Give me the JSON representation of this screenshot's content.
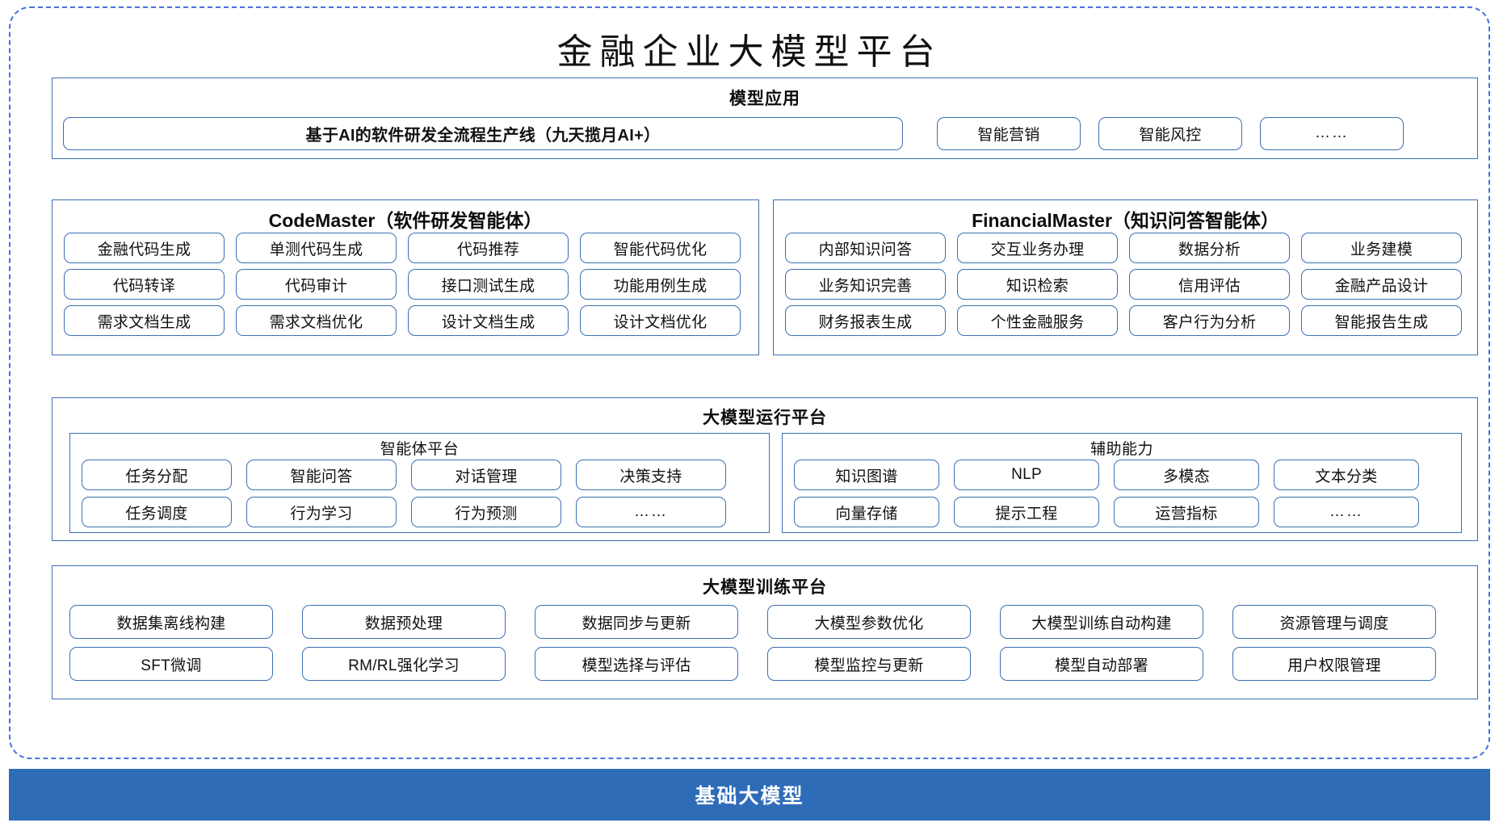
{
  "title": "金融企业大模型平台",
  "colors": {
    "frame_dashed": "#4472dd",
    "panel_border": "#3b6fb0",
    "base_bar_bg": "#2e6cb8",
    "base_bar_text": "#ffffff",
    "spellcheck_underline": "#e03030"
  },
  "application_layer": {
    "title": "模型应用",
    "main_item": "基于AI的软件研发全流程生产线（九天揽月AI+）",
    "items": [
      "智能营销",
      "智能风控",
      "……"
    ]
  },
  "agents": [
    {
      "name": "CodeMaster",
      "suffix": "（软件研发智能体）",
      "rows": [
        [
          "金融代码生成",
          "单测代码生成",
          "代码推荐",
          "智能代码优化"
        ],
        [
          "代码转译",
          "代码审计",
          "接口测试生成",
          "功能用例生成"
        ],
        [
          "需求文档生成",
          "需求文档优化",
          "设计文档生成",
          "设计文档优化"
        ]
      ]
    },
    {
      "name": "FinancialMaster",
      "suffix": "（知识问答智能体）",
      "rows": [
        [
          "内部知识问答",
          "交互业务办理",
          "数据分析",
          "业务建模"
        ],
        [
          "业务知识完善",
          "知识检索",
          "信用评估",
          "金融产品设计"
        ],
        [
          "财务报表生成",
          "个性金融服务",
          "客户行为分析",
          "智能报告生成"
        ]
      ]
    }
  ],
  "runtime_layer": {
    "title": "大模型运行平台",
    "groups": [
      {
        "title": "智能体平台",
        "rows": [
          [
            "任务分配",
            "智能问答",
            "对话管理",
            "决策支持"
          ],
          [
            "任务调度",
            "行为学习",
            "行为预测",
            "……"
          ]
        ]
      },
      {
        "title": "辅助能力",
        "rows": [
          [
            "知识图谱",
            "NLP",
            "多模态",
            "文本分类"
          ],
          [
            "向量存储",
            "提示工程",
            "运营指标",
            "……"
          ]
        ]
      }
    ]
  },
  "training_layer": {
    "title": "大模型训练平台",
    "rows": [
      [
        "数据集离线构建",
        "数据预处理",
        "数据同步与更新",
        "大模型参数优化",
        "大模型训练自动构建",
        "资源管理与调度"
      ],
      [
        "SFT微调",
        "RM/RL强化学习",
        "模型选择与评估",
        "模型监控与更新",
        "模型自动部署",
        "用户权限管理"
      ]
    ]
  },
  "base_layer": {
    "label": "基础大模型"
  }
}
